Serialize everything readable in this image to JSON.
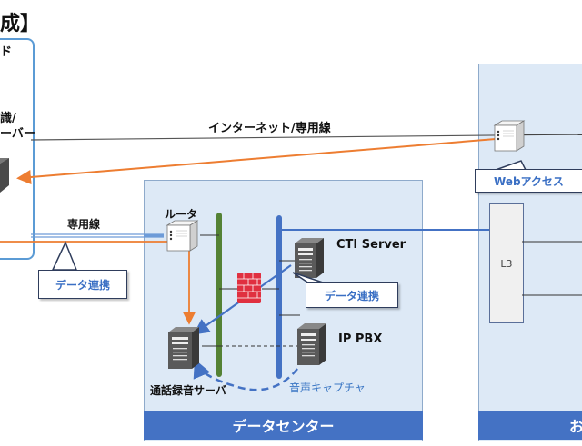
{
  "title_fragment": "成】",
  "cloud": {
    "label_top": "ド",
    "label_mid_line1": "識/",
    "label_mid_line2": "ーバー"
  },
  "links": {
    "internet_line": "インターネット/専用線",
    "dedicated_line": "専用線"
  },
  "callouts": {
    "data_link_left": "データ連携",
    "data_link_center": "データ連携",
    "web_access": "Webアクセス"
  },
  "datacenter": {
    "footer": "データセンター",
    "router": "ルータ",
    "cti_server": "CTI Server",
    "ip_pbx": "IP PBX",
    "recording_server": "通話録音サーバ",
    "voice_capture": "音声キャプチャ"
  },
  "right_site": {
    "l3": "L3",
    "footer_fragment": "お"
  },
  "colors": {
    "orange_arrow": "#ed7d31",
    "blue_arrow": "#4472c4",
    "green_bus": "#548235",
    "blue_bus": "#4472c4",
    "footer_bg": "#4472c4",
    "box_bg": "#dde9f6",
    "firewall": "#e03040"
  }
}
